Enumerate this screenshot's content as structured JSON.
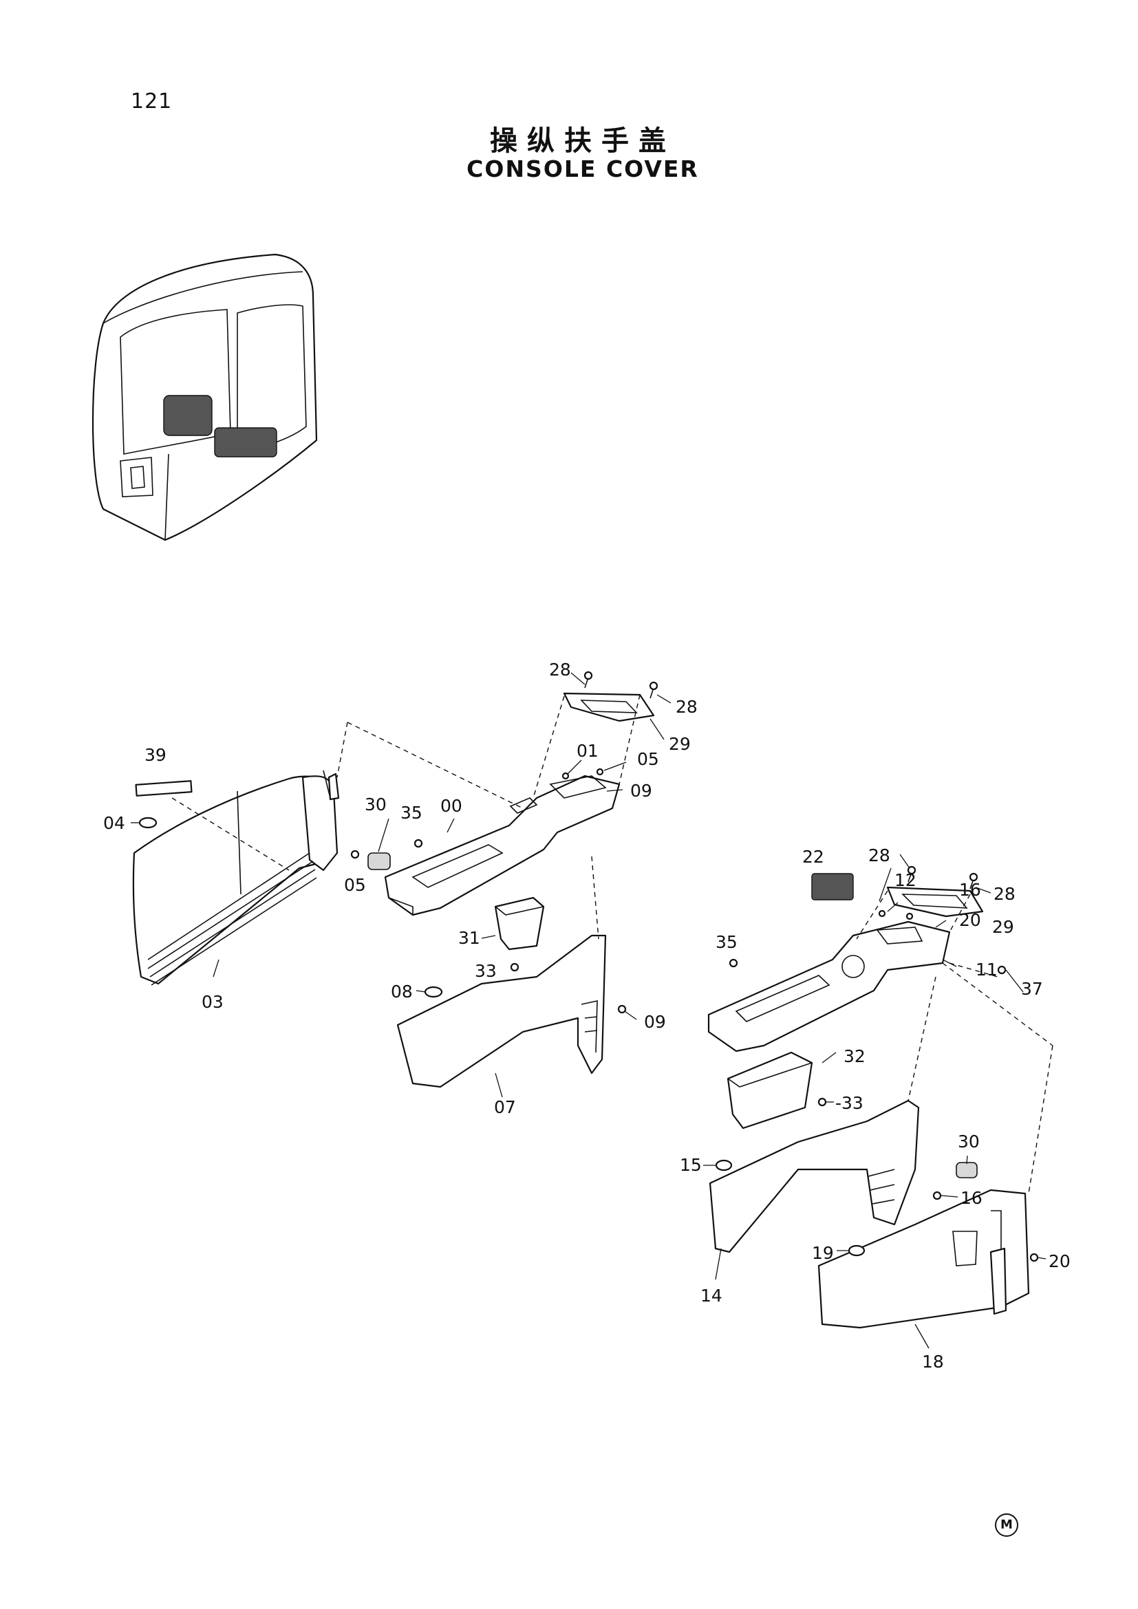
{
  "page_number": "121",
  "title_cn": "操纵扶手盖",
  "title_en": "CONSOLE COVER",
  "footer_mark": "M",
  "callouts": [
    {
      "id": "c-28a",
      "text": "28"
    },
    {
      "id": "c-28b",
      "text": "28"
    },
    {
      "id": "c-29a",
      "text": "29"
    },
    {
      "id": "c-01",
      "text": "01"
    },
    {
      "id": "c-05a",
      "text": "05"
    },
    {
      "id": "c-09a",
      "text": "09"
    },
    {
      "id": "c-39",
      "text": "39"
    },
    {
      "id": "c-04",
      "text": "04"
    },
    {
      "id": "c-30a",
      "text": "30"
    },
    {
      "id": "c-35a",
      "text": "35"
    },
    {
      "id": "c-00",
      "text": "00"
    },
    {
      "id": "c-05b",
      "text": "05"
    },
    {
      "id": "c-31",
      "text": "31"
    },
    {
      "id": "c-33a",
      "text": "33"
    },
    {
      "id": "c-03",
      "text": "03"
    },
    {
      "id": "c-08",
      "text": "08"
    },
    {
      "id": "c-09b",
      "text": "09"
    },
    {
      "id": "c-07",
      "text": "07"
    },
    {
      "id": "c-28c",
      "text": "28"
    },
    {
      "id": "c-28d",
      "text": "28"
    },
    {
      "id": "c-29b",
      "text": "29"
    },
    {
      "id": "c-22",
      "text": "22"
    },
    {
      "id": "c-12",
      "text": "12"
    },
    {
      "id": "c-16a",
      "text": "16"
    },
    {
      "id": "c-20a",
      "text": "20"
    },
    {
      "id": "c-35b",
      "text": "35"
    },
    {
      "id": "c-11",
      "text": "11"
    },
    {
      "id": "c-37",
      "text": "37"
    },
    {
      "id": "c-32",
      "text": "32"
    },
    {
      "id": "c-33b",
      "text": "-33"
    },
    {
      "id": "c-30b",
      "text": "30"
    },
    {
      "id": "c-15",
      "text": "15"
    },
    {
      "id": "c-16b",
      "text": "16"
    },
    {
      "id": "c-19",
      "text": "19"
    },
    {
      "id": "c-20b",
      "text": "20"
    },
    {
      "id": "c-14",
      "text": "14"
    },
    {
      "id": "c-18",
      "text": "18"
    }
  ]
}
